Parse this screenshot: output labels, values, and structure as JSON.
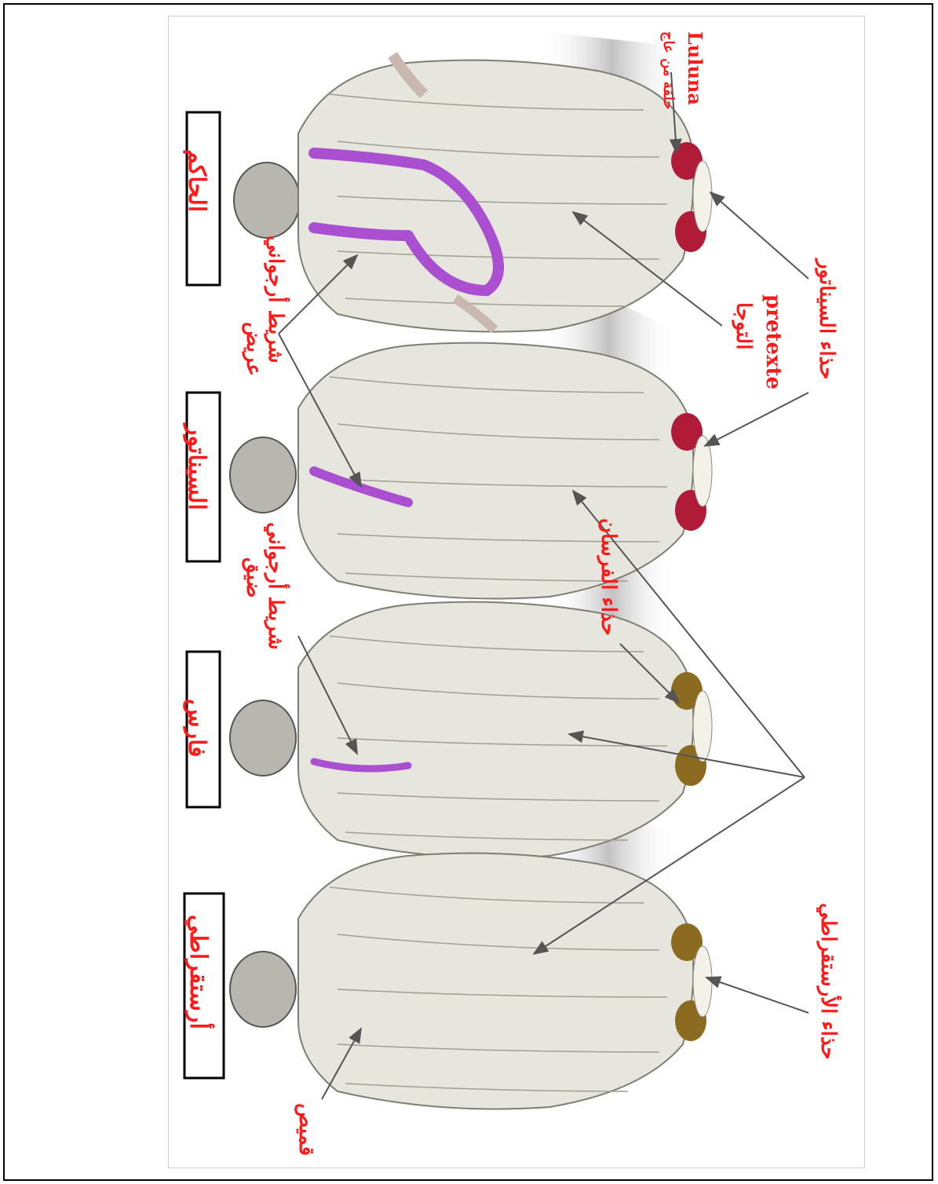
{
  "figures": [
    {
      "title": "الحاكم",
      "sash": "wide-purple",
      "shoe": "red",
      "colors": {
        "sash": "#a94fd0",
        "shoe": "#b01c37"
      }
    },
    {
      "title": "السيناتور",
      "sash": "purple",
      "shoe": "red",
      "colors": {
        "sash": "#a94fd0",
        "shoe": "#b01c37"
      }
    },
    {
      "title": "فارس",
      "sash": "narrow-purple",
      "shoe": "olive",
      "colors": {
        "sash": "#a94fd0",
        "shoe": "#8a6b1f"
      }
    },
    {
      "title": "أرستقراطي",
      "sash": "none",
      "shoe": "olive",
      "colors": {
        "sash": "",
        "shoe": "#8a6b1f"
      }
    }
  ],
  "labels": {
    "ring": "حلقة من عاج",
    "luluna": "Luluna",
    "wide_stripe_line1": "شريط أرجواني",
    "wide_stripe_line2": "عريض",
    "toga": "التوجا",
    "praetexta": "pretexte",
    "senator_shoe": "حذاء السيناتور",
    "narrow_stripe_line1": "شريط أرجواني",
    "narrow_stripe_line2": "ضيق",
    "knight_shoe": "حذاء الفرسان",
    "aristocrat_shoe": "حذاء الأرستقراطي",
    "tunic": "قميص"
  },
  "colors": {
    "label_red": "#ff1a1a",
    "toga": "#e6e6de",
    "box_border": "#000000",
    "arrow": "#555555"
  }
}
